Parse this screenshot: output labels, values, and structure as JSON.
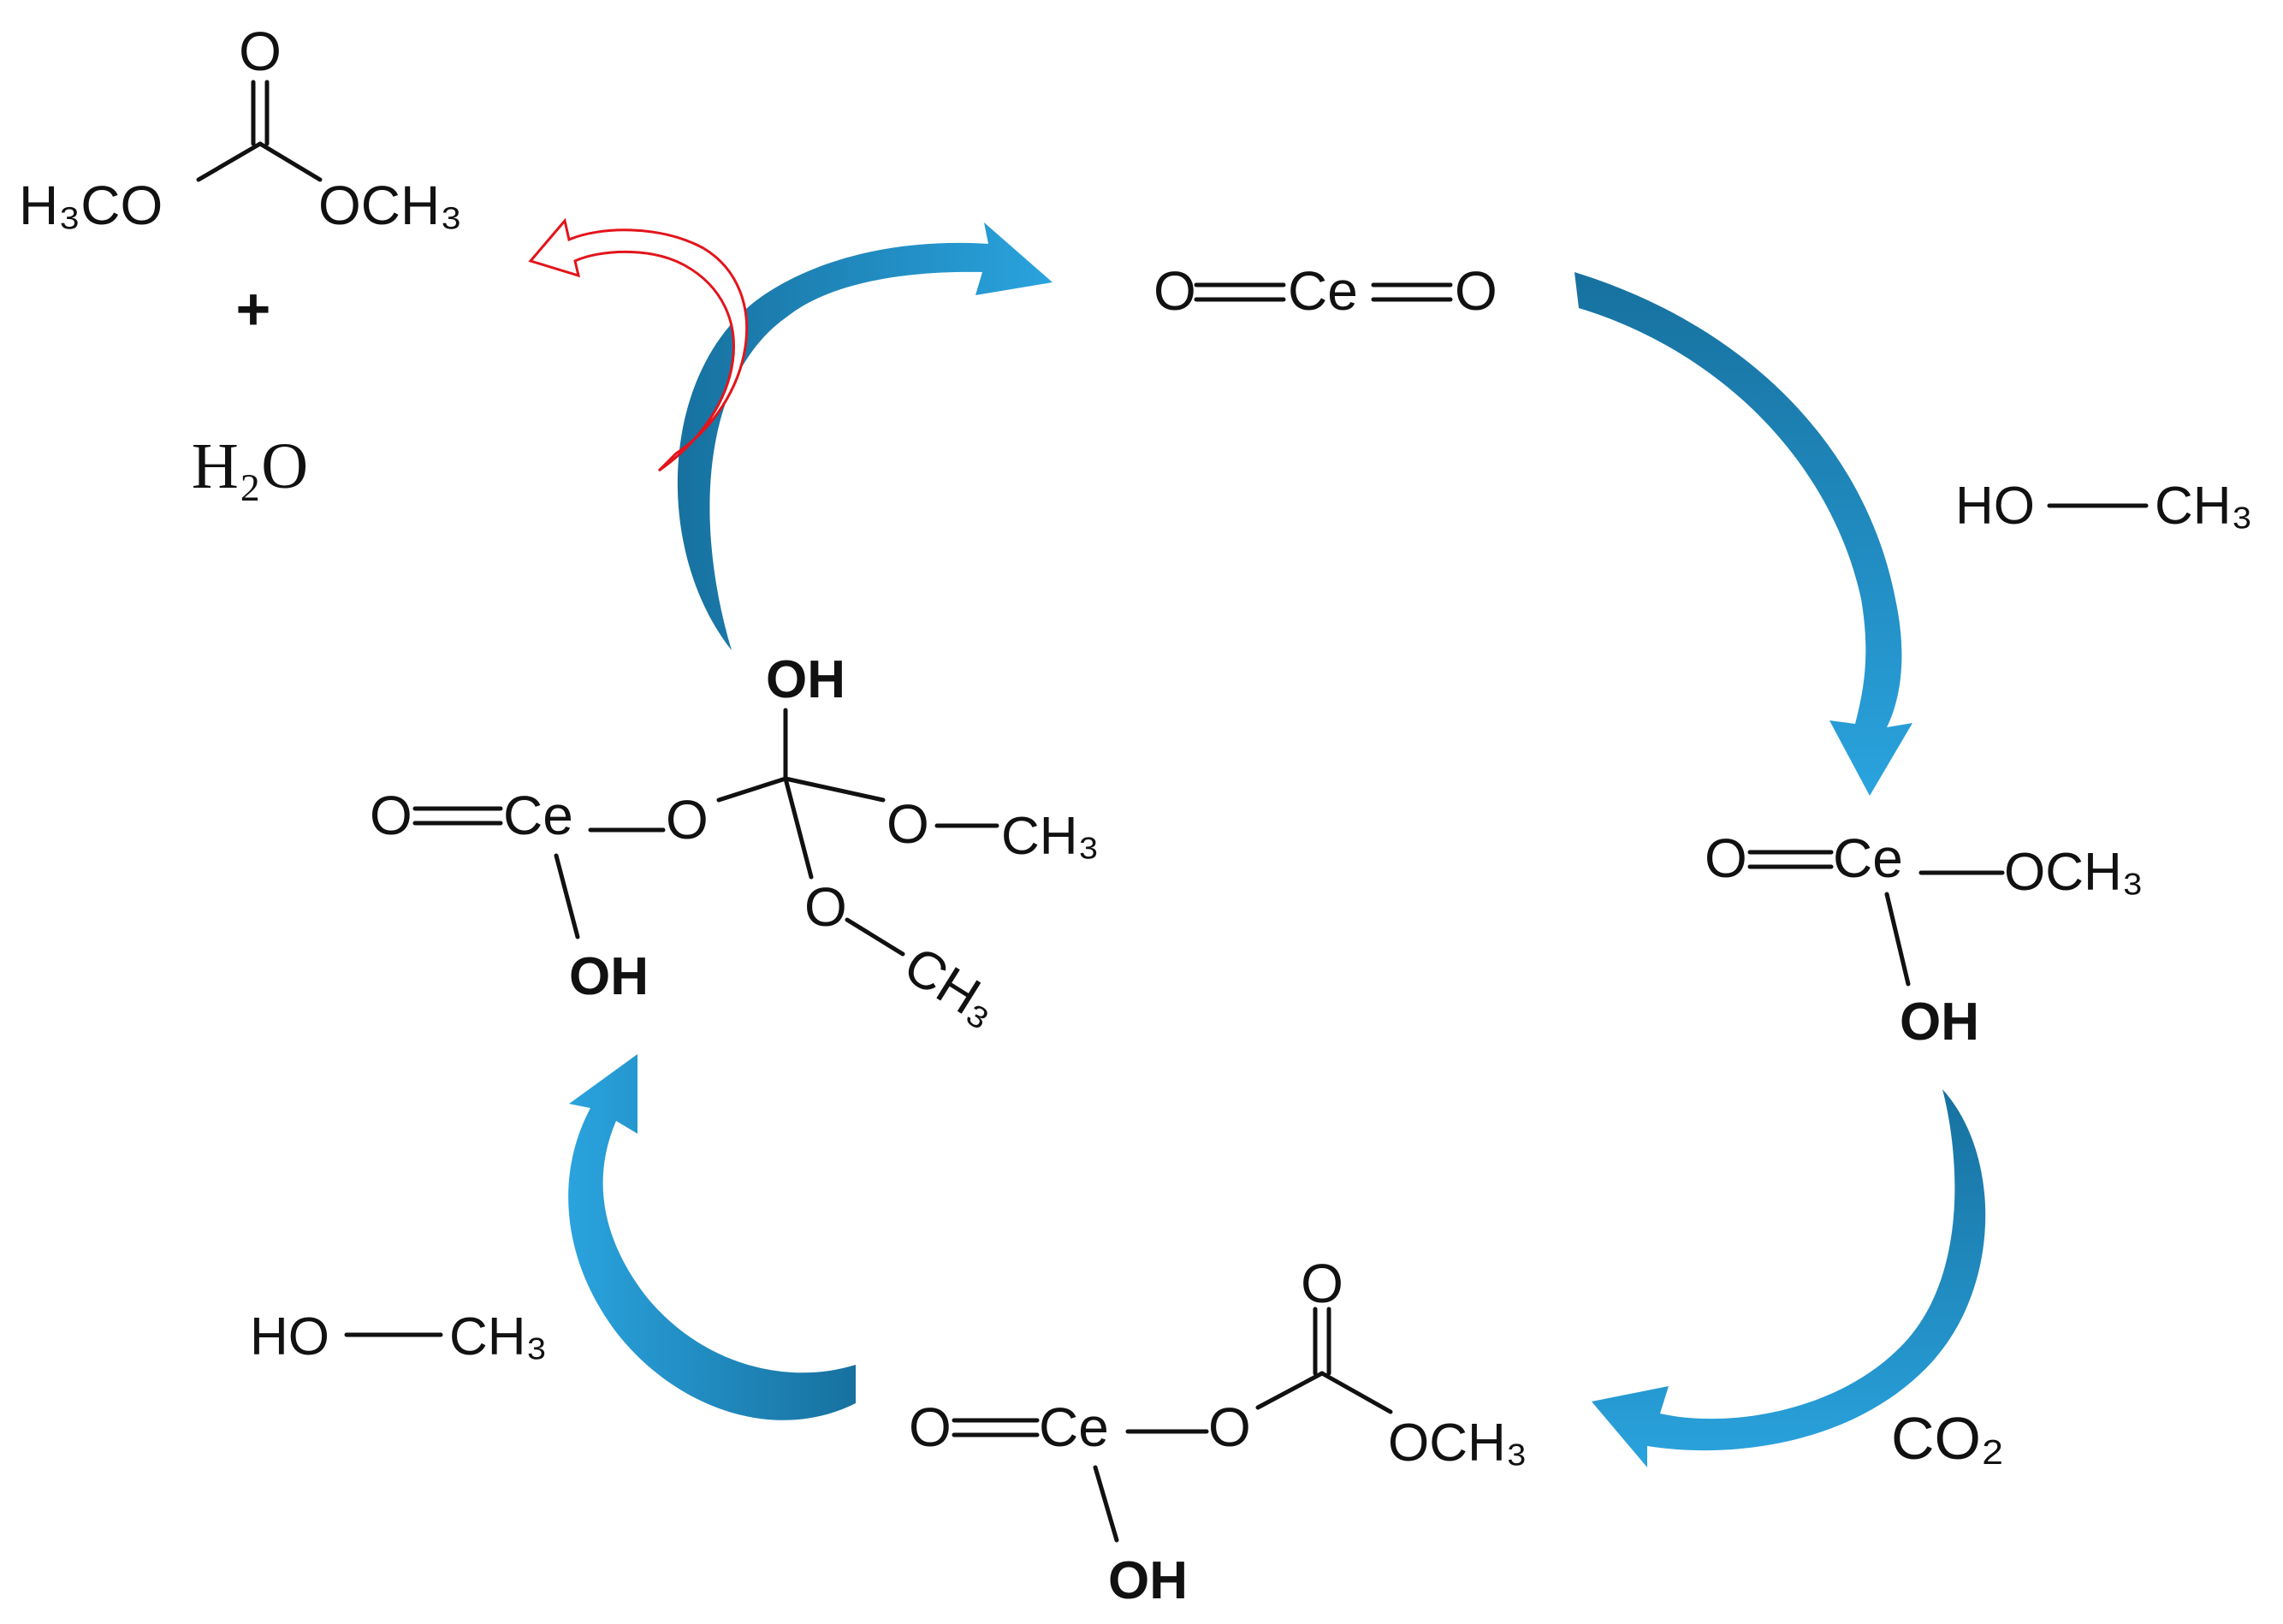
{
  "colors": {
    "arrow_light": "#2aa3de",
    "arrow_dark": "#17719f",
    "product_arrow": "#e3141b",
    "text": "#111111"
  },
  "products": {
    "dmc": {
      "o": "O",
      "left": "H₃CO",
      "right": "OCH₃"
    },
    "plus": "+",
    "water": "H₂O"
  },
  "cerium_oxide": {
    "o_left": "O",
    "ce": "Ce",
    "o_right": "O"
  },
  "methanol_right": {
    "ho": "HO",
    "ch3": "CH₃"
  },
  "intermediate_methoxy": {
    "o": "O",
    "ce": "Ce",
    "och3": "OCH₃",
    "oh": "OH"
  },
  "co2": "CO₂",
  "intermediate_carbonate": {
    "o": "O",
    "ce": "Ce",
    "o_bridge": "O",
    "c_o": "O",
    "och3": "OCH₃",
    "oh": "OH"
  },
  "methanol_left": {
    "ho": "HO",
    "ch3": "CH₃"
  },
  "intermediate_tetrahedral": {
    "o": "O",
    "ce": "Ce",
    "o_bridge": "O",
    "top_oh": "OH",
    "o_right": "O",
    "ch3_right": "CH₃",
    "o_down": "O",
    "ch3_down": "CH₃",
    "oh": "OH"
  }
}
